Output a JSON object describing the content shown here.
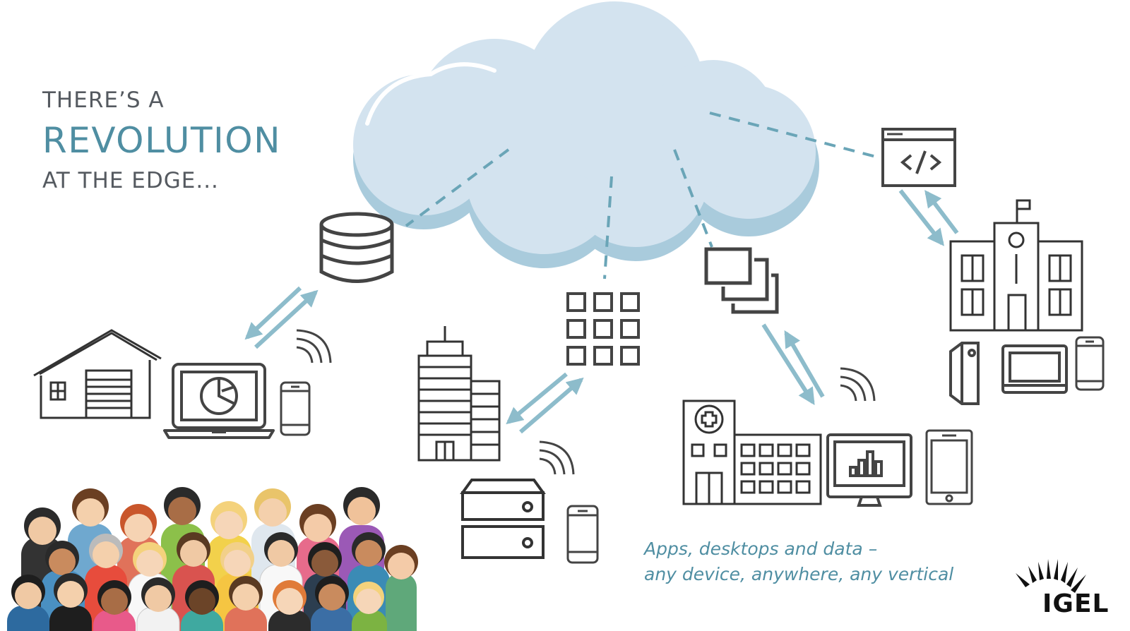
{
  "headline": {
    "line1": "THERE’S A",
    "line2": "REVOLUTION",
    "line3": "AT THE EDGE..."
  },
  "tagline": {
    "line1": "Apps, desktops and data –",
    "line2": "any device, anywhere, any vertical"
  },
  "logo": {
    "text": "IGEL"
  },
  "colors": {
    "accent": "#4f8ea2",
    "cloud": "#d3e3ef",
    "cloud_shadow": "#a9cbdc",
    "arrow": "#8dbccb",
    "icon_stroke": "#444444"
  },
  "icons": [
    "cloud-icon",
    "database-icon",
    "house-icon",
    "laptop-chart-icon",
    "smartphone-icon",
    "wifi-icon",
    "office-building-icon",
    "app-grid-icon",
    "server-icon",
    "stacked-windows-icon",
    "hospital-icon",
    "monitor-chart-icon",
    "tablet-icon",
    "code-window-icon",
    "school-building-icon",
    "thin-client-icon",
    "crowd-illustration"
  ]
}
